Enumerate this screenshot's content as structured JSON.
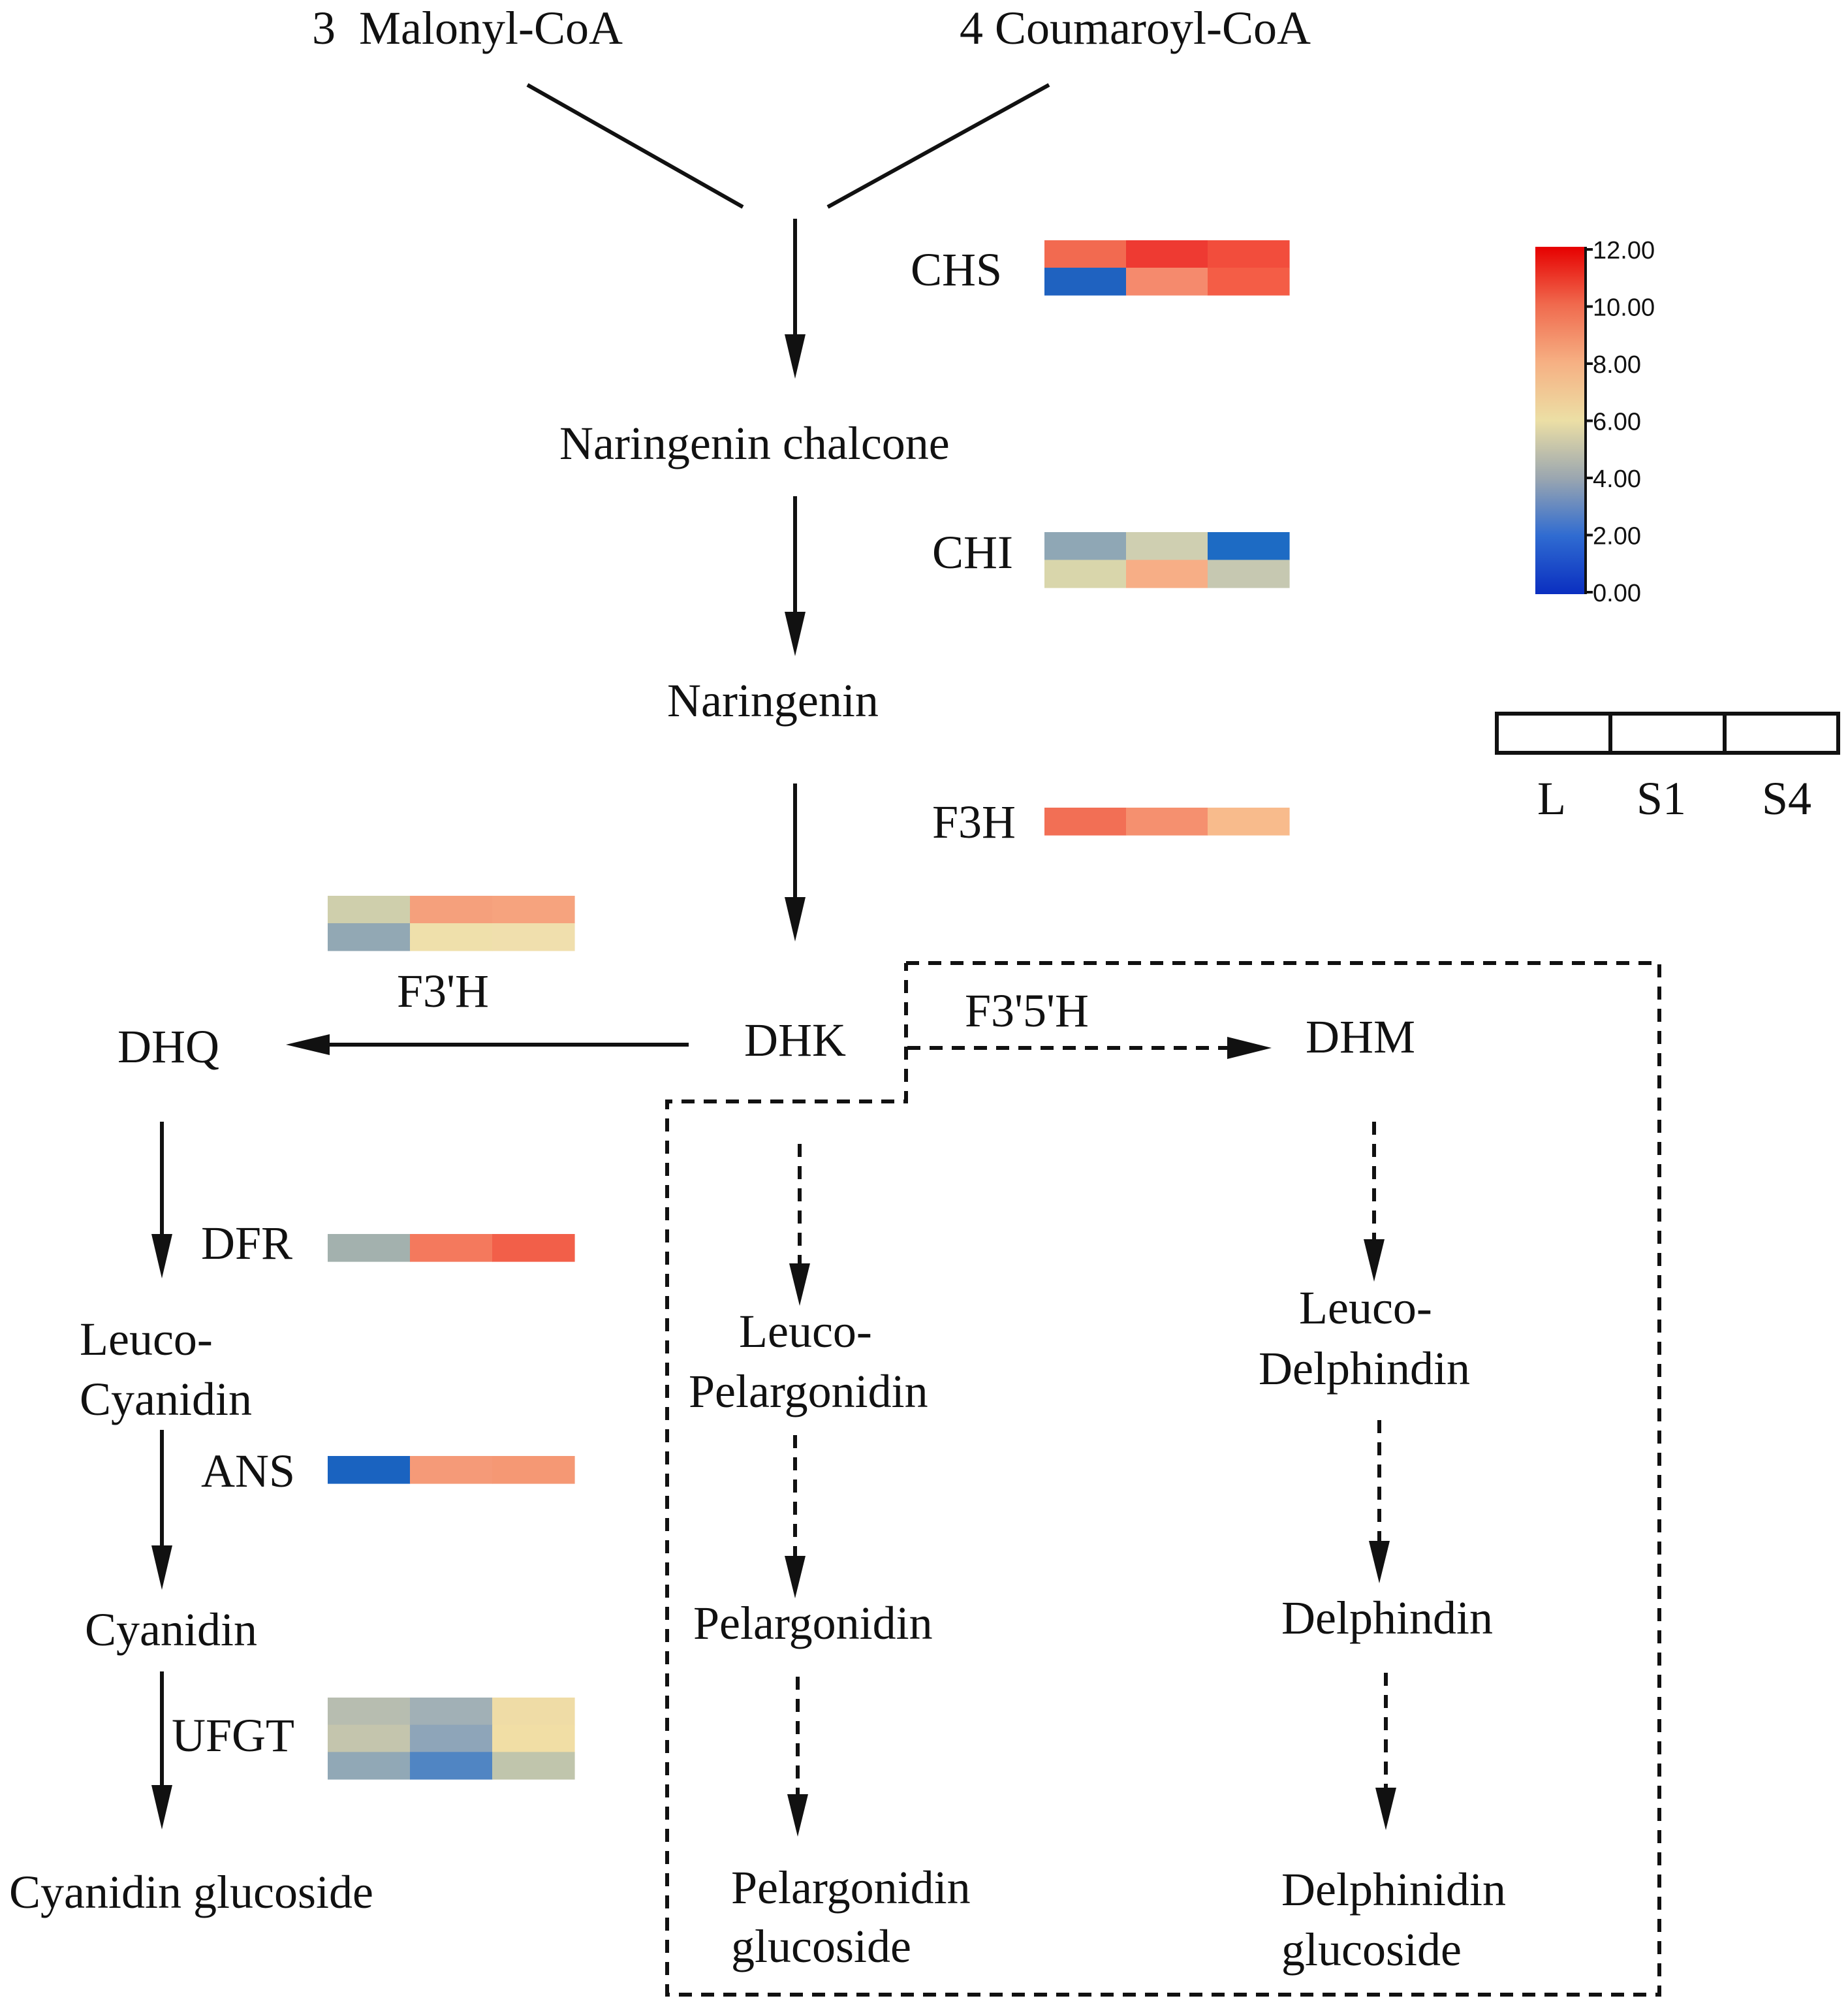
{
  "colors": {
    "line": "#111111",
    "background": "#ffffff",
    "colorbar_stops": [
      "#0a2ec0",
      "#2f6bd1",
      "#9aa6b0",
      "#ecdfa5",
      "#f6b083",
      "#f06a4e",
      "#e60000"
    ]
  },
  "substrates": {
    "malonyl": "3  Malonyl-CoA",
    "coumaroyl": "4 Coumaroyl-CoA"
  },
  "metabolites": {
    "naringenin_chalcone": "Naringenin chalcone",
    "naringenin": "Naringenin",
    "dhk": "DHK",
    "dhq": "DHQ",
    "dhm": "DHM",
    "leuco_cyanidin_1": "Leuco-",
    "leuco_cyanidin_2": "Cyanidin",
    "cyanidin": "Cyanidin",
    "cyanidin_glucoside": "Cyanidin glucoside",
    "leuco_pelargonidin_1": "Leuco-",
    "leuco_pelargonidin_2": "Pelargonidin",
    "pelargonidin": "Pelargonidin",
    "pelargonidin_glucoside_1": "Pelargonidin",
    "pelargonidin_glucoside_2": "glucoside",
    "leuco_delphindin_1": "Leuco-",
    "leuco_delphindin_2": "Delphindin",
    "delphindin": "Delphindin",
    "delphinidin_glucoside_1": "Delphinidin",
    "delphinidin_glucoside_2": "glucoside"
  },
  "enzymes": {
    "chs": "CHS",
    "chi": "CHI",
    "f3h": "F3H",
    "f3ph": "F3'H",
    "f35h": "F3'5'H",
    "dfr": "DFR",
    "ans": "ANS",
    "ufgt": "UFGT"
  },
  "heatmaps": {
    "chs": [
      [
        "#f26a50",
        "#ee3a32",
        "#f24d3c"
      ],
      [
        "#1f62c0",
        "#f58a6d",
        "#f45d46"
      ]
    ],
    "chi": [
      [
        "#8fa7b5",
        "#cfcfb1",
        "#1d6bc4"
      ],
      [
        "#d9d6ab",
        "#f7ae86",
        "#c6c8b1"
      ]
    ],
    "f3h": [
      [
        "#f26f55",
        "#f5906f",
        "#f8bb8c"
      ]
    ],
    "f3ph": [
      [
        "#cfcfac",
        "#f5a07c",
        "#f6a37e"
      ],
      [
        "#92a8b4",
        "#efe0ab",
        "#f0dfad"
      ]
    ],
    "dfr": [
      [
        "#a3b1ae",
        "#f4795d",
        "#f25f49"
      ]
    ],
    "ans": [
      [
        "#1a63c0",
        "#f59a78",
        "#f59874"
      ]
    ],
    "ufgt": [
      [
        "#b7bdb0",
        "#a1b0b6",
        "#efdca6"
      ],
      [
        "#c4c5ad",
        "#8ea5b9",
        "#f1dea5"
      ],
      [
        "#91a8b6",
        "#5085c3",
        "#c0c5ac"
      ]
    ]
  },
  "colorbar": {
    "ticks": [
      "12.00",
      "10.00",
      "8.00",
      "6.00",
      "4.00",
      "2.00",
      "0.00"
    ]
  },
  "sample_legend": {
    "labels": [
      "L",
      "S1",
      "S4"
    ]
  }
}
